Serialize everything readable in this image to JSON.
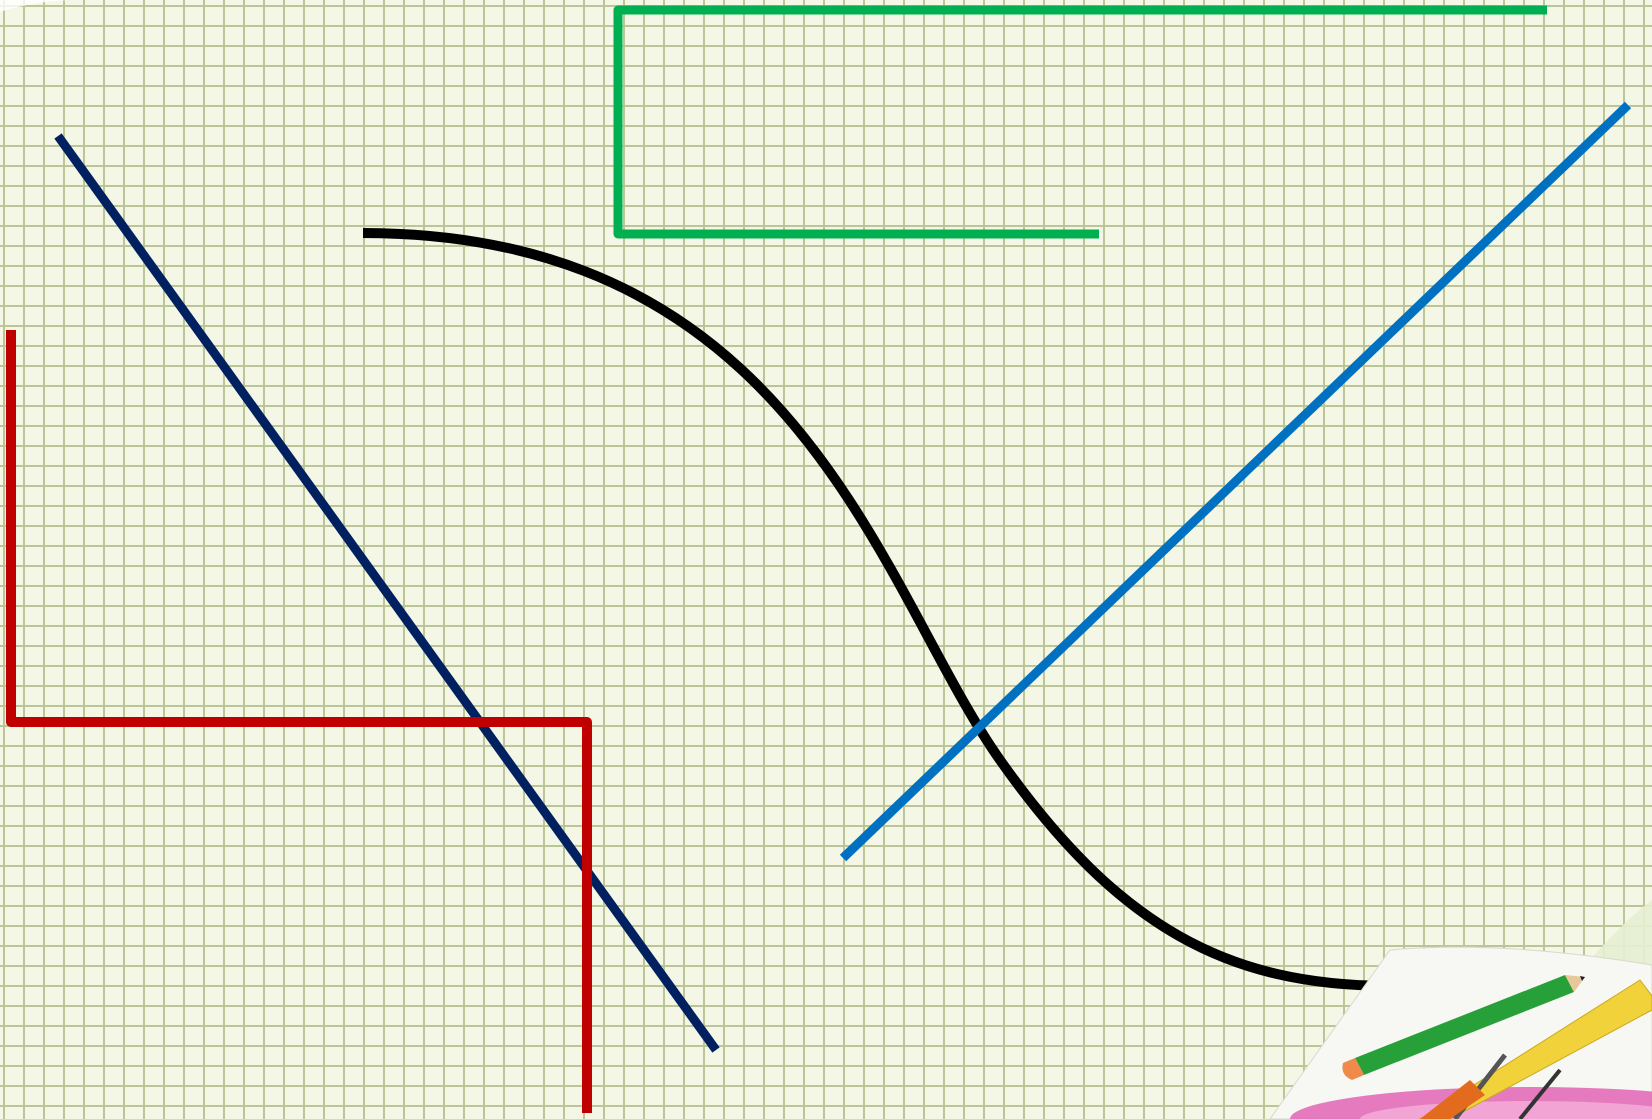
{
  "page": {
    "background": "#f4f6e6",
    "grid_line_color": "#bcc596"
  },
  "lines": [
    {
      "name": "green-bracket-line",
      "color": "#00b050",
      "shape": "bracket"
    },
    {
      "name": "dark-blue-diagonal-line",
      "color": "#002060",
      "shape": "straight"
    },
    {
      "name": "black-s-curve",
      "color": "#000000",
      "shape": "curve"
    },
    {
      "name": "light-blue-diagonal-line",
      "color": "#0070c0",
      "shape": "straight"
    },
    {
      "name": "red-polyline",
      "color": "#c00000",
      "shape": "polyline"
    }
  ],
  "decoration": {
    "stationery_image": [
      "pencil-icon",
      "ruler-icon",
      "protractor-icon",
      "compass-icon"
    ]
  }
}
